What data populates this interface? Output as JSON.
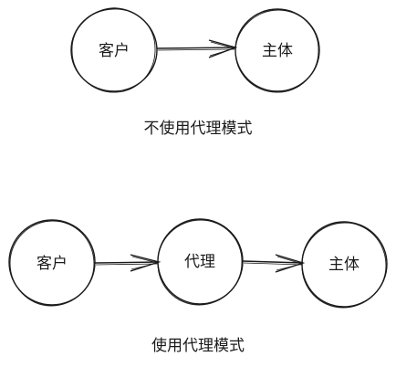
{
  "diagram_1": {
    "nodes": {
      "client": "客户",
      "subject": "主体"
    },
    "caption": "不使用代理模式"
  },
  "diagram_2": {
    "nodes": {
      "client": "客户",
      "proxy": "代理",
      "subject": "主体"
    },
    "caption": "使用代理模式"
  }
}
